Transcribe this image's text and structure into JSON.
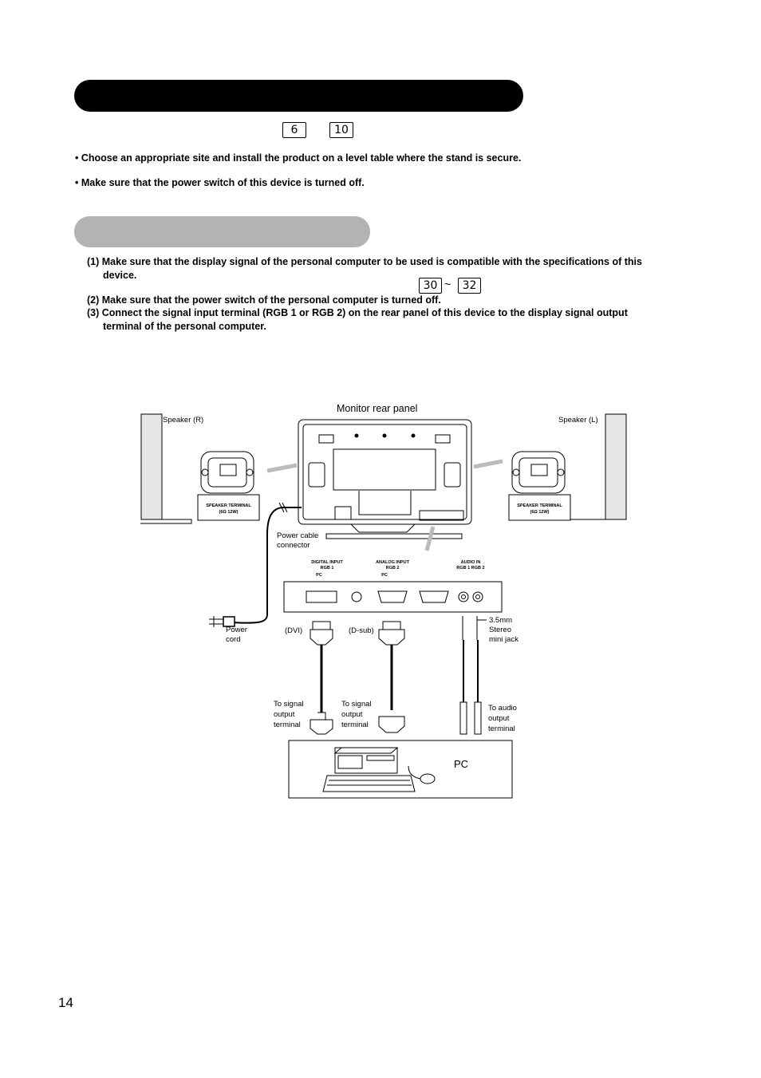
{
  "header": {
    "page_refs": [
      "6",
      "10"
    ]
  },
  "bullets": [
    "• Choose an appropriate site and install the product on a level table where the stand is secure.",
    "• Make sure that the power switch of this device is turned off."
  ],
  "steps": {
    "s1_line1": "(1) Make sure that the display signal of the personal computer to be used is compatible with the specifications of this",
    "s1_line2": "device.",
    "s1_refs": [
      "30",
      "32"
    ],
    "s1_ref_sep": "~",
    "s2": "(2) Make sure that the power switch of the personal computer is turned off.",
    "s3_line1": "(3) Connect the signal input terminal (RGB 1 or RGB 2) on the rear panel of this device to the display signal output",
    "s3_line2": "terminal of the personal computer."
  },
  "diagram": {
    "monitor_label": "Monitor rear panel",
    "speaker_r": "Speaker (R)",
    "speaker_l": "Speaker (L)",
    "speaker_terminal": "SPEAKER TERMINAL",
    "speaker_spec": "(6Ω 12W)",
    "power_connector": [
      "Power cable",
      "connector"
    ],
    "power_cord": [
      "Power",
      "cord"
    ],
    "panel": {
      "digital_input": [
        "DIGITAL INPUT",
        "RGB 1",
        "PC"
      ],
      "analog_input": [
        "ANALOG INPUT",
        "RGB 2",
        "PC"
      ],
      "audio_in": [
        "AUDIO IN",
        "RGB 1  RGB 2"
      ]
    },
    "dvi": "(DVI)",
    "dsub": "(D-sub)",
    "jack": [
      "3.5mm",
      "Stereo",
      "mini jack"
    ],
    "to_signal_1": [
      "To signal",
      "output",
      "terminal"
    ],
    "to_signal_2": [
      "To signal",
      "output",
      "terminal"
    ],
    "to_audio": [
      "To audio",
      "output",
      "terminal"
    ],
    "pc": "PC"
  },
  "footer": {
    "page_number": "14"
  }
}
